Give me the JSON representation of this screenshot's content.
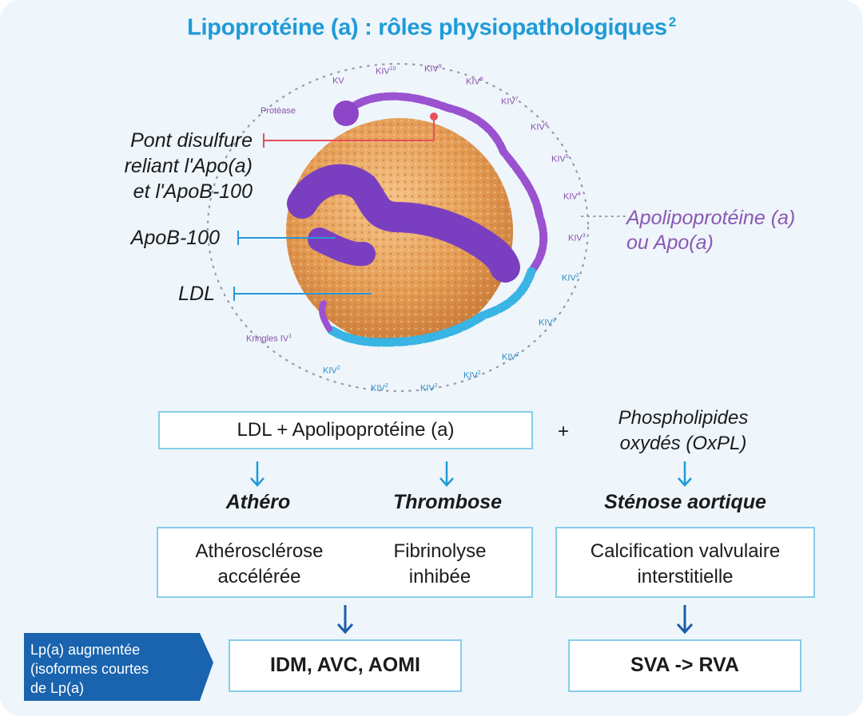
{
  "title": {
    "text": "Lipoprotéine (a) : rôles physiopathologiques",
    "ref": "2"
  },
  "molecule": {
    "kringle_labels": [
      {
        "id": "kv",
        "text": "KV",
        "sup": ""
      },
      {
        "id": "kiv10",
        "text": "KIV",
        "sup": "10"
      },
      {
        "id": "kiv9",
        "text": "KIV",
        "sup": "9"
      },
      {
        "id": "kiv8",
        "text": "KIV",
        "sup": "8"
      },
      {
        "id": "kiv7",
        "text": "KIV",
        "sup": "7"
      },
      {
        "id": "kiv6",
        "text": "KIV",
        "sup": "6"
      },
      {
        "id": "kiv5",
        "text": "KIV",
        "sup": "5"
      },
      {
        "id": "kiv4",
        "text": "KIV",
        "sup": "4"
      },
      {
        "id": "kiv3",
        "text": "KIV",
        "sup": "3"
      },
      {
        "id": "kiv2a",
        "text": "KIV",
        "sup": "2"
      },
      {
        "id": "kiv2b",
        "text": "KIV",
        "sup": "2"
      },
      {
        "id": "kiv2c",
        "text": "KIV",
        "sup": "2"
      },
      {
        "id": "kiv2d",
        "text": "KIV",
        "sup": "2"
      },
      {
        "id": "kiv2e",
        "text": "KIV",
        "sup": "2"
      },
      {
        "id": "kiv2f",
        "text": "KIV",
        "sup": "2"
      },
      {
        "id": "kiv2g",
        "text": "KIV",
        "sup": "2"
      }
    ],
    "protease": "Protéase",
    "kringles_iv": "Kringles IV",
    "kringles_iv_sup": "1",
    "colors": {
      "lipid": "#e7a35a",
      "apoa": "#9a52d0",
      "apoa_blue": "#39b4e4",
      "apob": "#7a3fc0",
      "pointer_red": "#e8505b",
      "pointer_blue": "#2a97d6"
    }
  },
  "labels": {
    "disulfide": [
      "Pont disulfure",
      "reliant l'Apo(a)",
      "et l'ApoB-100"
    ],
    "apob": "ApoB-100",
    "ldl": "LDL",
    "apoa": [
      "Apolipoprotéine (a)",
      "ou Apo(a)"
    ]
  },
  "flow": {
    "combo_box": "LDL + Apolipoprotéine (a)",
    "plus": "+",
    "phospholipids": [
      "Phospholipides",
      "oxydés (OxPL)"
    ],
    "categories": {
      "athero": "Athéro",
      "thrombose": "Thrombose",
      "stenose": "Sténose aortique"
    },
    "mech": {
      "athero": [
        "Athérosclérose",
        "accélérée"
      ],
      "fibrino": [
        "Fibrinolyse",
        "inhibée"
      ],
      "calcif": [
        "Calcification valvulaire",
        "interstitielle"
      ]
    },
    "tag": [
      "Lp(a) augmentée",
      "(isoformes courtes",
      "de Lp(a)"
    ],
    "outcomes": {
      "left": "IDM, AVC, AOMI",
      "right": "SVA -> RVA"
    },
    "colors": {
      "box_border": "#86cde9",
      "arrow": "#1f9bd7",
      "arrow_dark": "#1c5ea8",
      "tag_bg": "#1a63ae"
    }
  }
}
